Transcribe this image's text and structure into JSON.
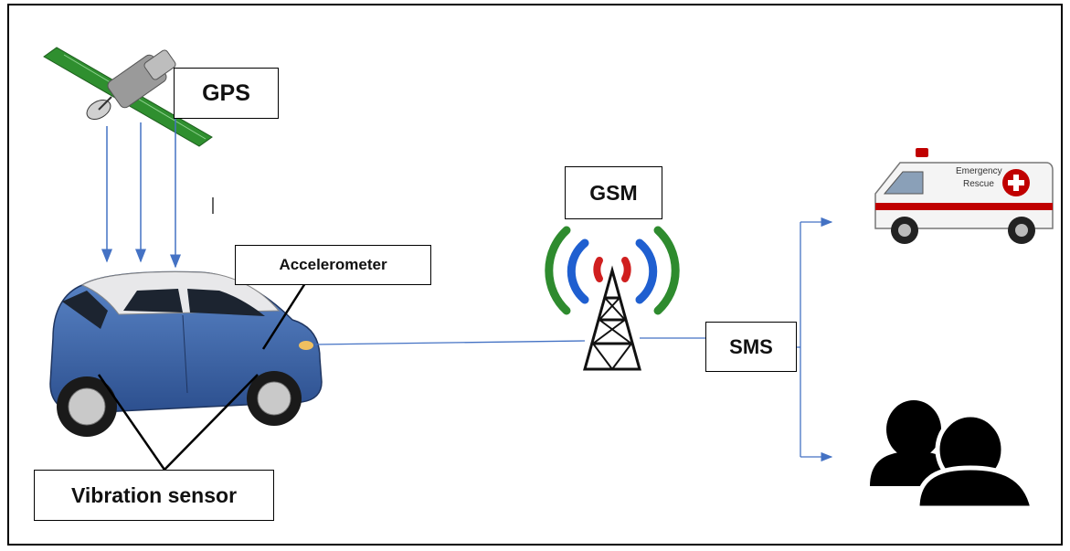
{
  "labels": {
    "gps": "GPS",
    "gsm": "GSM",
    "accelerometer": "Accelerometer",
    "sms": "SMS",
    "vibration_sensor": "Vibration sensor",
    "ambulance_line1": "Emergency",
    "ambulance_line2": "Rescue"
  },
  "icons": [
    "satellite-icon",
    "car-icon",
    "cell-tower-icon",
    "ambulance-icon",
    "people-icon"
  ],
  "colors": {
    "arrow": "#4472c4",
    "signal_green": "#2e8b2e",
    "signal_blue": "#1f5fd0",
    "signal_red": "#d01f1f",
    "car_body": "#3a64a8",
    "ambulance_stripe": "#c00000"
  }
}
